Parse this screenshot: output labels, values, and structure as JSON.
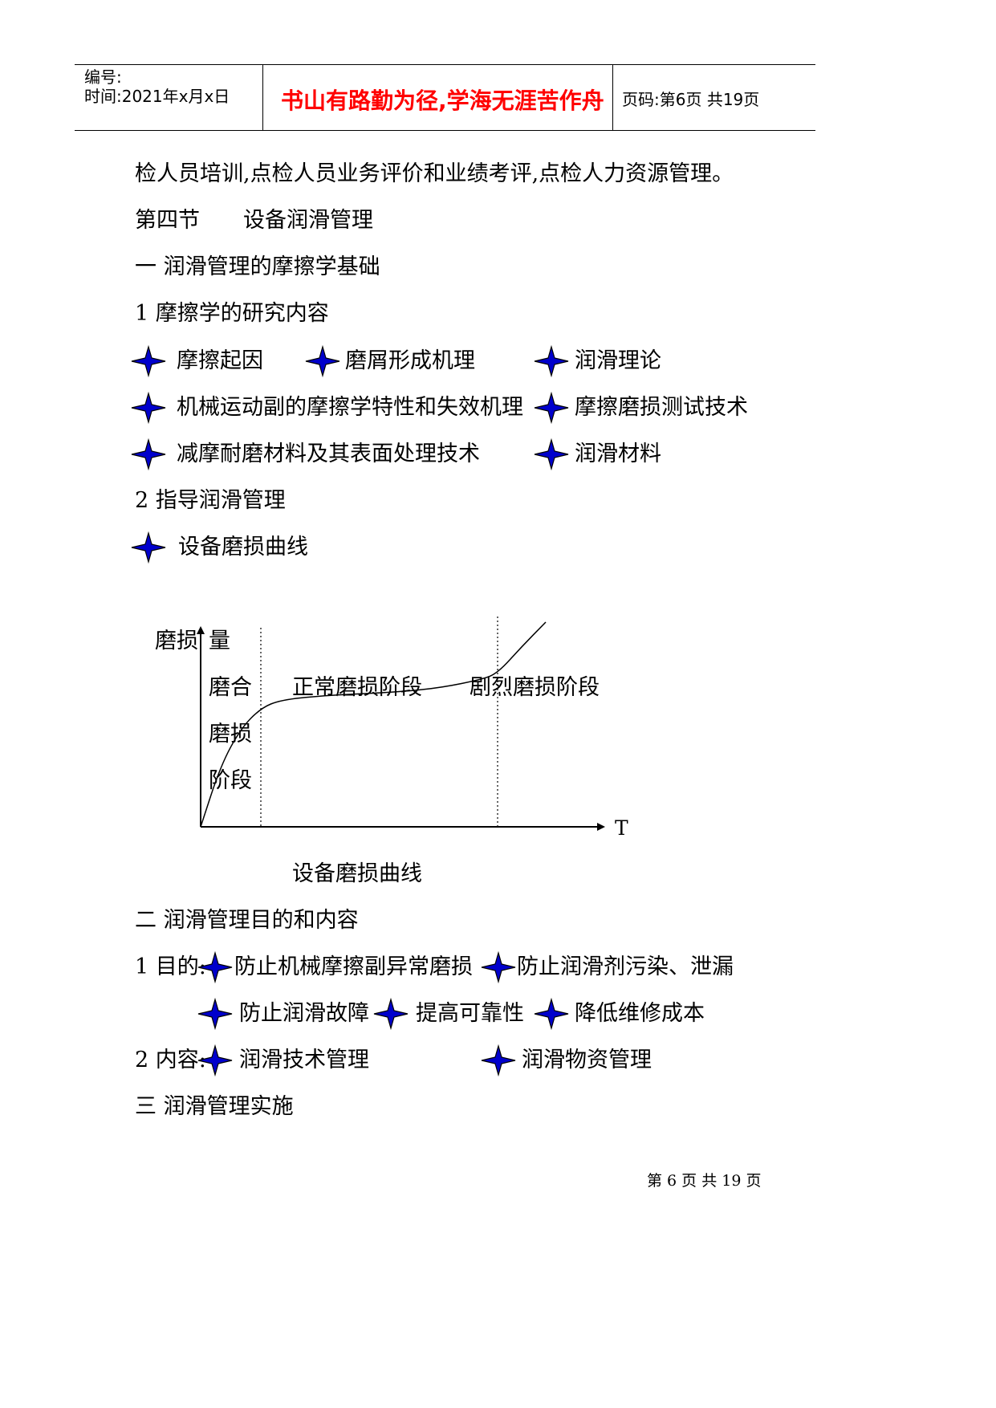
{
  "header": {
    "number_label": "编号:",
    "time_label": "时间:2021年x月x日",
    "motto": "书山有路勤为径,学海无涯苦作舟",
    "page_info": "页码:第6页 共19页"
  },
  "body": {
    "line1": "检人员培训,点检人员业务评价和业绩考评,点检人力资源管理。",
    "section_title": "第四节　　设备润滑管理",
    "part1_title": "一 润滑管理的摩擦学基础",
    "sub1_title": "1 摩擦学的研究内容",
    "bullets_row1": [
      "摩擦起因",
      "磨屑形成机理",
      "润滑理论"
    ],
    "bullets_row2": [
      "机械运动副的摩擦学特性和失效机理",
      "摩擦磨损测试技术"
    ],
    "bullets_row3": [
      "减摩耐磨材料及其表面处理技术",
      "润滑材料"
    ],
    "sub2_title": "2 指导润滑管理",
    "bullet_curve": "设备磨损曲线",
    "part2_title": "二 润滑管理目的和内容",
    "goal_label": "1 目的:",
    "goals_row1": [
      "防止机械摩擦副异常磨损",
      "防止润滑剂污染、泄漏"
    ],
    "goals_row2": [
      "防止润滑故障",
      "提高可靠性",
      "降低维修成本"
    ],
    "content_label": "2 内容:",
    "contents": [
      "润滑技术管理",
      "润滑物资管理"
    ],
    "part3_title": "三 润滑管理实施"
  },
  "chart_data": {
    "type": "line",
    "title": "",
    "caption": "设备磨损曲线",
    "ylabel": "磨损量",
    "xlabel": "T",
    "stages": [
      {
        "name": "磨合磨损阶段",
        "lines": [
          "磨合",
          "磨损",
          "阶段"
        ]
      },
      {
        "name": "正常磨损阶段"
      },
      {
        "name": "剧烈磨损阶段"
      }
    ],
    "series": [
      {
        "x": [
          0,
          0.05,
          0.1,
          0.15,
          0.2,
          0.3,
          0.4,
          0.5,
          0.6,
          0.7,
          0.74,
          0.8,
          0.86
        ],
        "values": [
          0,
          0.3,
          0.48,
          0.58,
          0.62,
          0.64,
          0.65,
          0.66,
          0.68,
          0.72,
          0.75,
          0.88,
          1.0
        ]
      }
    ],
    "dividers_x": [
      0.15,
      0.74
    ],
    "grid": false,
    "colors": {
      "star_fill": "#0000cc",
      "star_stroke": "#000000",
      "motto": "#ff0000"
    }
  },
  "footer": {
    "page_footer": "第 6 页 共 19 页"
  }
}
